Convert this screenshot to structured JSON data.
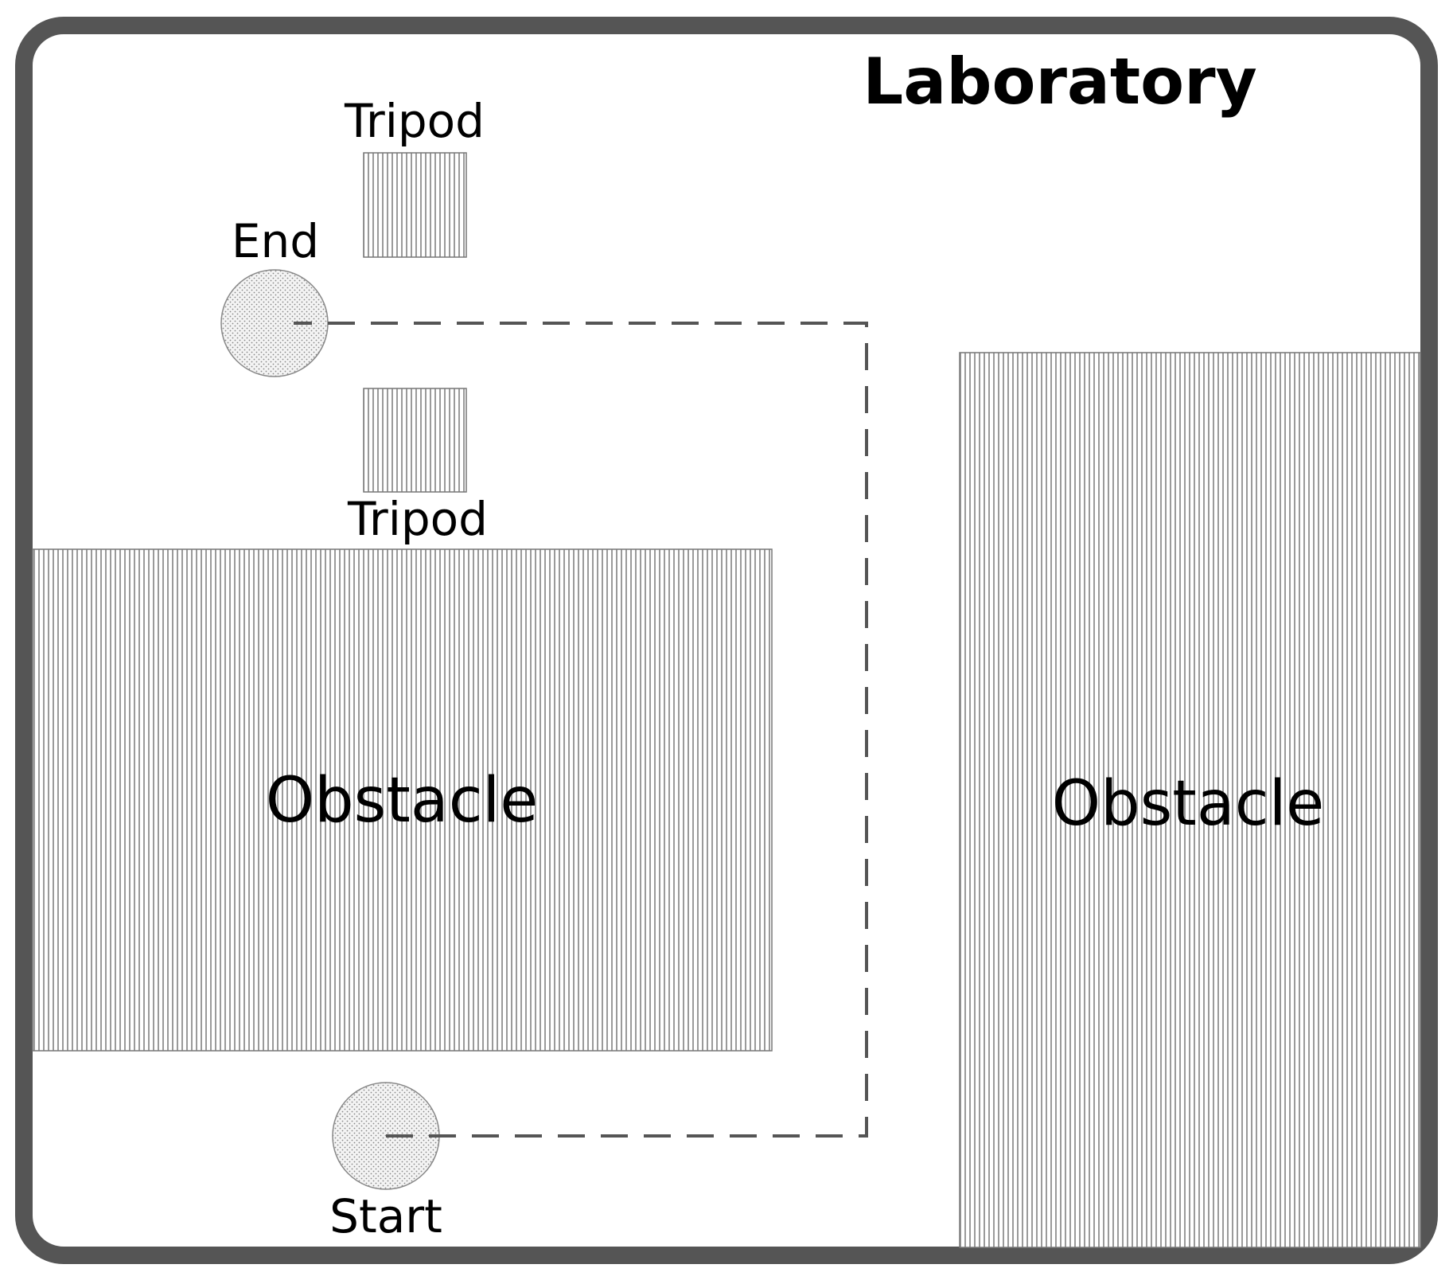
{
  "diagram": {
    "title": "Laboratory",
    "obstacles": [
      {
        "id": "left",
        "label": "Obstacle"
      },
      {
        "id": "right",
        "label": "Obstacle"
      }
    ],
    "tripods": [
      {
        "id": "top",
        "label": "Tripod"
      },
      {
        "id": "bottom",
        "label": "Tripod"
      }
    ],
    "points": {
      "start": {
        "label": "Start"
      },
      "end": {
        "label": "End"
      }
    },
    "colors": {
      "wall": "#555555",
      "hatch": "#9a9a9a",
      "path": "#555555",
      "dot": "#888888"
    }
  }
}
